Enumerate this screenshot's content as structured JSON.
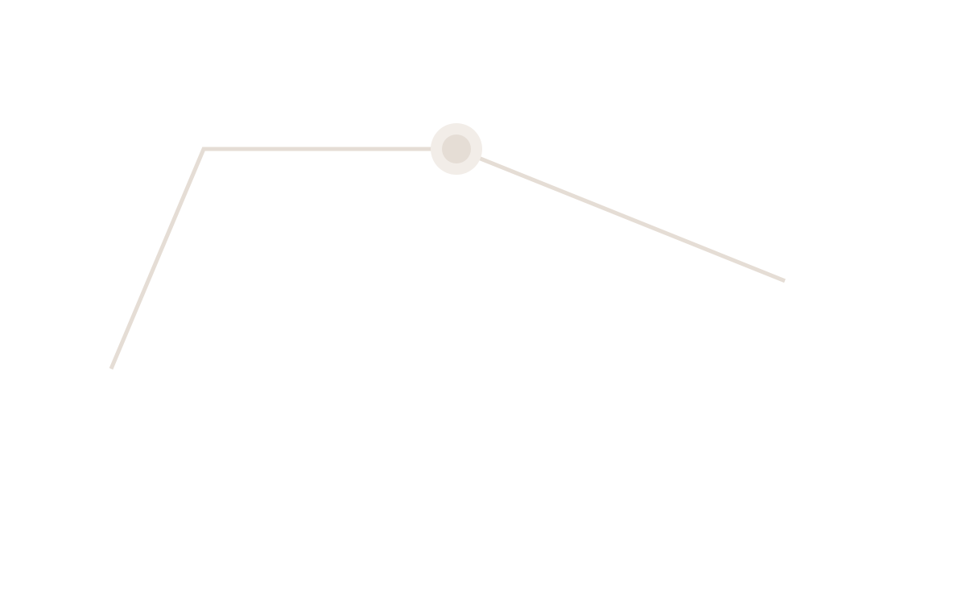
{
  "chart_data": {
    "type": "line",
    "x": [
      0,
      1,
      2,
      3
    ],
    "series": [
      {
        "values": [
          0,
          10,
          10,
          4
        ]
      }
    ],
    "ylim": [
      0,
      10
    ],
    "highlighted_index": 2,
    "grid": false,
    "legend": "none",
    "colors": {
      "line": "#e5ddd5",
      "marker": "#e5ddd5",
      "halo": "#f2ede8"
    }
  }
}
